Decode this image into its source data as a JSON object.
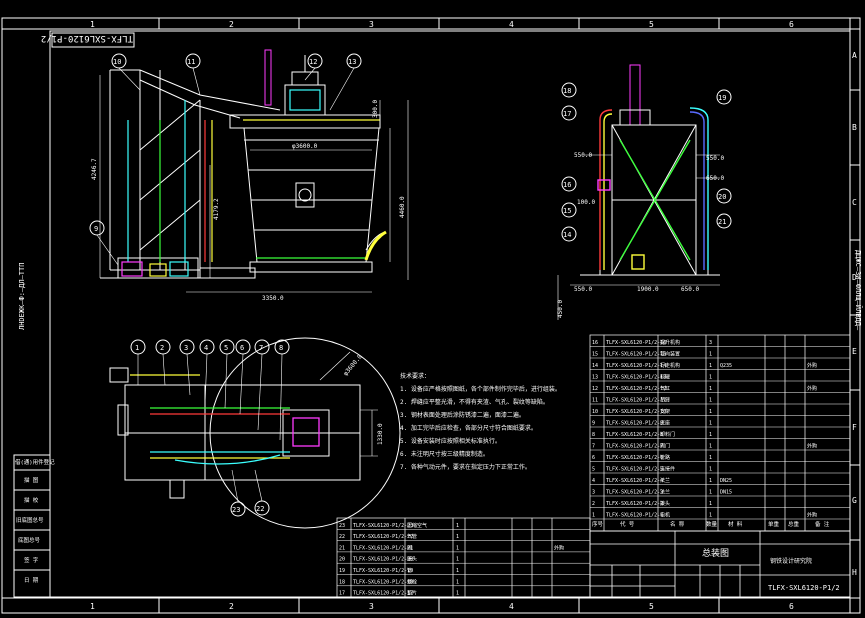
{
  "drawing": {
    "title_vertical": "TLFX-SXL6120-P1/2",
    "drawing_no": "TLFX-SXL6120-P1/2",
    "assembly_name": "总装图",
    "company_label": "钢铁设计研究院",
    "side_text": "ЛНDЕЖК—Ф:—ДЛ—ТТП",
    "right_side_text": "ДЦЖС—ЗИ—ФЛЛЩ—ЙЛВДД—"
  },
  "border": {
    "col_labels": [
      "1",
      "2",
      "3",
      "4",
      "5",
      "6"
    ],
    "row_labels": [
      "A",
      "B",
      "C",
      "D",
      "E",
      "F",
      "G",
      "H"
    ]
  },
  "front_view": {
    "balloons": [
      "9",
      "10",
      "11",
      "12",
      "13"
    ],
    "dims": {
      "diam": "φ3600.0",
      "height_a": "4460.0",
      "height_b": "4179.2",
      "height_c": "4246.7",
      "top": "300.0",
      "base": "3350.0"
    }
  },
  "side_view": {
    "balloons": [
      "14",
      "15",
      "16",
      "17",
      "18",
      "19",
      "20",
      "21"
    ],
    "dims": {
      "left_top": "550.0",
      "right_top": "550.0",
      "mid_right": "650.0",
      "mid_left": "100.0",
      "bottom_left": "550.0",
      "bottom_mid": "1900.0",
      "bottom_right": "650.0",
      "vert": "450.0"
    }
  },
  "plan_view": {
    "balloons": [
      "1",
      "2",
      "3",
      "4",
      "5",
      "6",
      "7",
      "8",
      "22",
      "23"
    ],
    "dims": {
      "diam": "φ3600.0",
      "width": "1330.0"
    }
  },
  "notes": {
    "title": "技术要求：",
    "items": [
      "1. 设备应严格按照图纸，各个部件制作完毕后，进行组装。",
      "2. 焊缝应平整光滑，不得有夹渣、气孔、裂纹等缺陷。",
      "3. 钢材表面处理后涂防锈漆二遍，面漆二遍。",
      "4. 加工完毕后应检查，各部分尺寸符合图纸要求。",
      "5. 设备安装时应按照相关标准执行。",
      "6. 未注明尺寸按三级精度制造。",
      "7. 各种气动元件，要求在指定压力下正常工作。"
    ]
  },
  "bom_right": {
    "header": [
      "序号",
      "代 号",
      "名 称",
      "数量",
      "材 料",
      "单重",
      "总重",
      "备 注"
    ],
    "rows": [
      [
        "16",
        "TLFX-SXL6120-P1/2-16",
        "提升机构",
        "3",
        "",
        "",
        "",
        ""
      ],
      [
        "15",
        "TLFX-SXL6120-P1/2-15",
        "导向装置",
        "1",
        "",
        "",
        "",
        ""
      ],
      [
        "14",
        "TLFX-SXL6120-P1/2-14",
        "行走机构",
        "1",
        "Q235",
        "",
        "",
        "外购"
      ],
      [
        "13",
        "TLFX-SXL6120-P1/2-13",
        "料罐",
        "1",
        "",
        "",
        "",
        ""
      ],
      [
        "12",
        "TLFX-SXL6120-P1/2-12",
        "气缸",
        "1",
        "",
        "",
        "",
        "外购"
      ],
      [
        "11",
        "TLFX-SXL6120-P1/2-11",
        "吊臂",
        "1",
        "",
        "",
        "",
        ""
      ],
      [
        "10",
        "TLFX-SXL6120-P1/2-10",
        "支架",
        "1",
        "",
        "",
        "",
        ""
      ],
      [
        "9",
        "TLFX-SXL6120-P1/2-9",
        "底座",
        "1",
        "",
        "",
        "",
        ""
      ],
      [
        "8",
        "TLFX-SXL6120-P1/2-8",
        "卸料门",
        "1",
        "",
        "",
        "",
        ""
      ],
      [
        "7",
        "TLFX-SXL6120-P1/2-7",
        "阀门",
        "1",
        "",
        "",
        "",
        "外购"
      ],
      [
        "6",
        "TLFX-SXL6120-P1/2-6",
        "管路",
        "1",
        "",
        "",
        "",
        ""
      ],
      [
        "5",
        "TLFX-SXL6120-P1/2-5",
        "连接件",
        "1",
        "",
        "",
        "",
        ""
      ],
      [
        "4",
        "TLFX-SXL6120-P1/2-4",
        "法兰",
        "1",
        "DN25",
        "",
        "",
        ""
      ],
      [
        "3",
        "TLFX-SXL6120-P1/2-3",
        "法兰",
        "1",
        "DN15",
        "",
        "",
        ""
      ],
      [
        "2",
        "TLFX-SXL6120-P1/2-2",
        "接头",
        "1",
        "",
        "",
        "",
        ""
      ],
      [
        "1",
        "TLFX-SXL6120-P1/2-1",
        "电机",
        "1",
        "",
        "",
        "",
        "外购"
      ]
    ]
  },
  "bom_bottom": {
    "rows": [
      [
        "23",
        "TLFX-SXL6120-P1/2-23",
        "压缩空气",
        "1",
        "",
        "",
        "",
        ""
      ],
      [
        "22",
        "TLFX-SXL6120-P1/2-22",
        "气管",
        "1",
        "",
        "",
        "",
        ""
      ],
      [
        "21",
        "TLFX-SXL6120-P1/2-21",
        "阀",
        "1",
        "",
        "",
        "",
        "外购"
      ],
      [
        "20",
        "TLFX-SXL6120-P1/2-20",
        "接头",
        "1",
        "",
        "",
        "",
        ""
      ],
      [
        "19",
        "TLFX-SXL6120-P1/2-19",
        "管",
        "1",
        "",
        "",
        "",
        ""
      ],
      [
        "18",
        "TLFX-SXL6120-P1/2-18",
        "螺栓",
        "1",
        "",
        "",
        "",
        ""
      ],
      [
        "17",
        "TLFX-SXL6120-P1/2-17",
        "垫片",
        "1",
        "",
        "",
        "",
        ""
      ]
    ]
  },
  "left_strip": {
    "labels": [
      "借(通)用件登记",
      "描 图",
      "描 校",
      "旧底图总号",
      "底图总号",
      "签 字",
      "日 期"
    ]
  },
  "colors": {
    "line": "#ffffff",
    "accent_red": "#ff3b3b",
    "accent_yellow": "#ffff3b",
    "accent_cyan": "#3bffff",
    "accent_green": "#3bff3b",
    "accent_blue": "#5a6bff",
    "accent_magenta": "#ff3bff"
  }
}
